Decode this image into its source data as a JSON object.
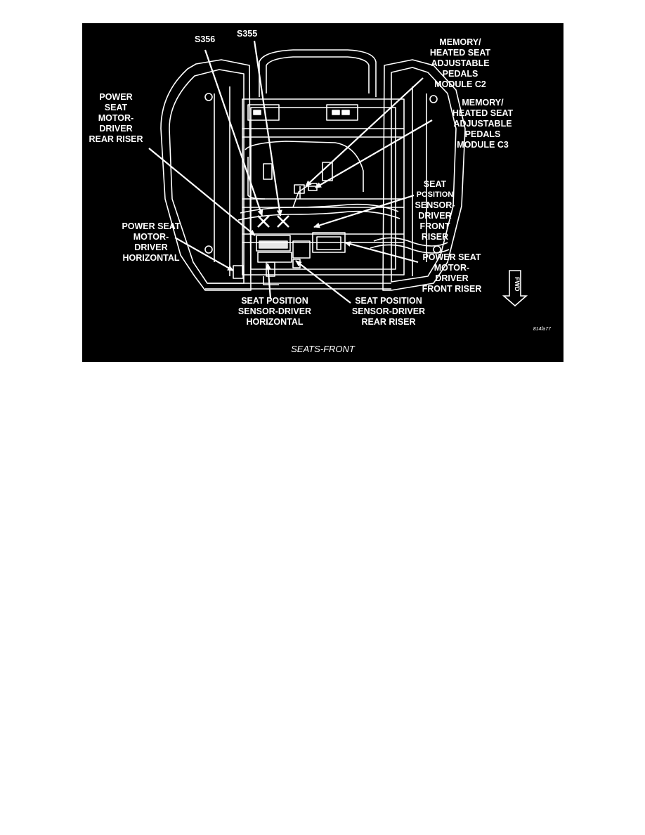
{
  "figure": {
    "caption": "SEATS-FRONT",
    "figure_id": "814fa77",
    "fwd": "FWD",
    "colors": {
      "background": "#000000",
      "lines": "#ffffff"
    },
    "labels": {
      "s356": "S356",
      "s355": "S355",
      "memory_c2": "MEMORY/\nHEATED SEAT\nADJUSTABLE\nPEDALS\nMODULE C2",
      "memory_c3": "MEMORY/\nHEATED SEAT\nADJUSTABLE\nPEDALS\nMODULE C3",
      "rear_riser_motor": "POWER\nSEAT\nMOTOR-\nDRIVER\nREAR RISER",
      "horizontal_motor": "POWER SEAT\nMOTOR-\nDRIVER\nHORIZONTAL",
      "front_riser_sensor_a": "SEAT",
      "front_riser_sensor_b": "POSITION",
      "front_riser_sensor_c": "SENSOR-\nDRIVER\nFRONT\nRISER",
      "front_riser_motor": "POWER SEAT\nMOTOR-\nDRIVER\nFRONT RISER",
      "horizontal_sensor": "SEAT POSITION\nSENSOR-DRIVER\nHORIZONTAL",
      "rear_riser_sensor": "SEAT POSITION\nSENSOR-DRIVER\nREAR RISER"
    }
  }
}
